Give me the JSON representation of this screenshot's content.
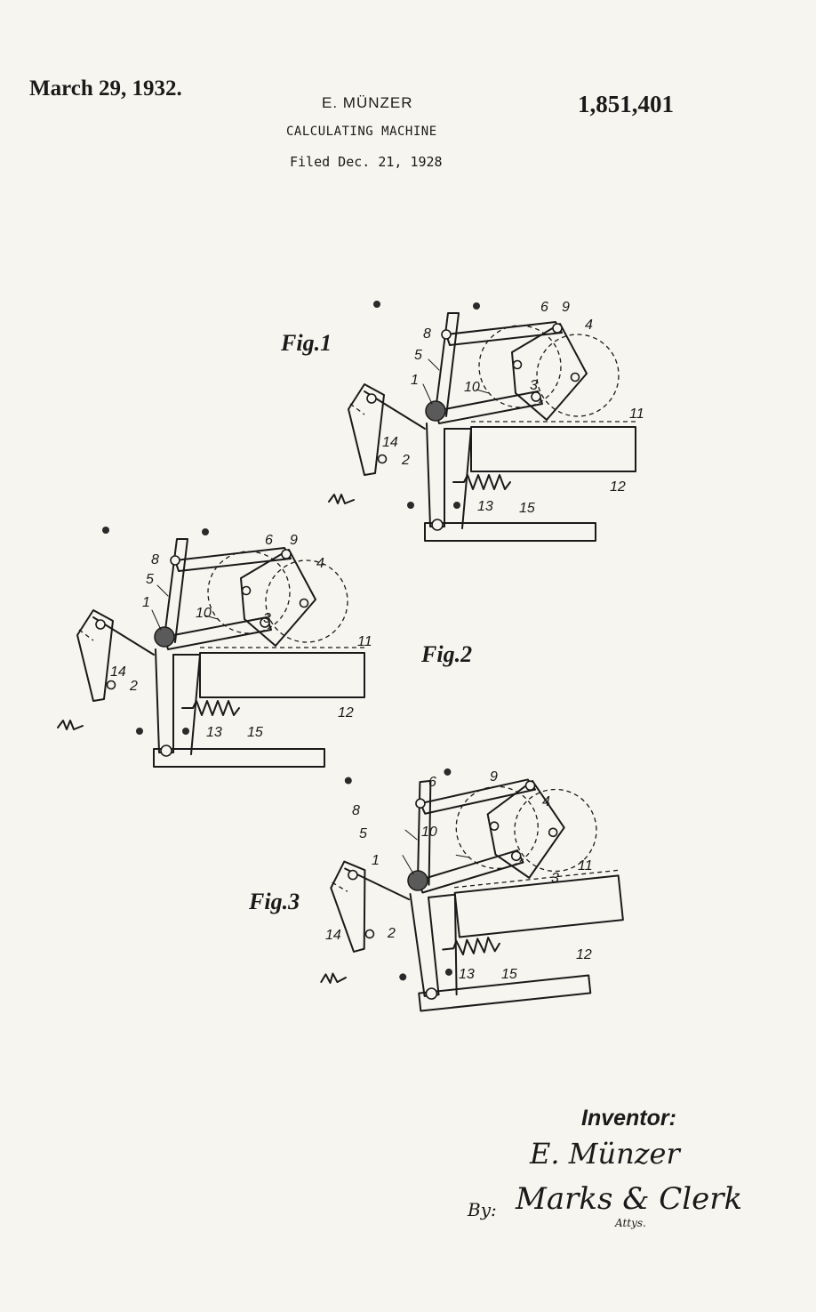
{
  "header": {
    "date": "March 29, 1932.",
    "inventor_name": "E. MÜNZER",
    "title": "CALCULATING MACHINE",
    "filed": "Filed Dec. 21, 1928",
    "patent_number": "1,851,401"
  },
  "figures": {
    "fig1": "Fig.1",
    "fig2": "Fig.2",
    "fig3": "Fig.3"
  },
  "reference_numerals": [
    "1",
    "2",
    "3",
    "4",
    "5",
    "6",
    "8",
    "9",
    "10",
    "11",
    "12",
    "13",
    "14",
    "15"
  ],
  "signature": {
    "heading": "Inventor:",
    "inventor": "E. Münzer",
    "by": "By:",
    "attorney": "Marks & Clerk",
    "attys": "Attys."
  }
}
